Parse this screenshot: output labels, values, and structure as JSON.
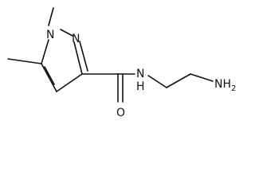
{
  "diagram": {
    "type": "chemical-structure",
    "atoms": {
      "n1": "N",
      "n2": "N",
      "o": "O",
      "nh_n": "N",
      "nh_h": "H",
      "nh2_n": "NH",
      "nh2_sub": "2"
    },
    "colors": {
      "line": "#111111",
      "background": "#ffffff"
    }
  }
}
